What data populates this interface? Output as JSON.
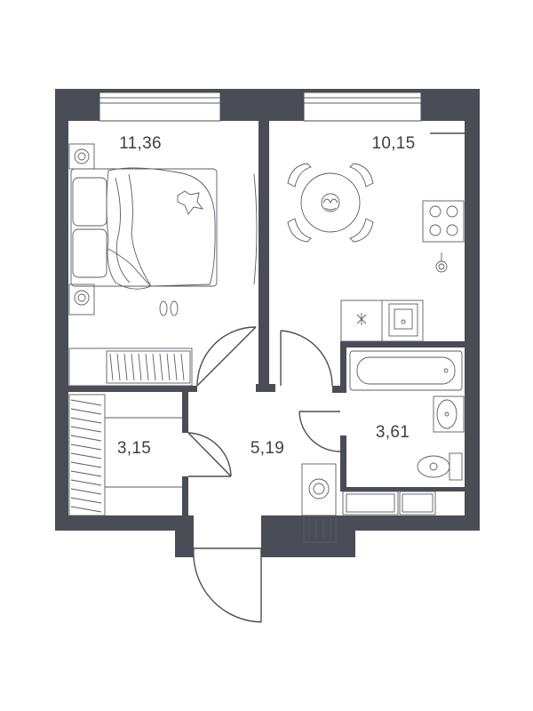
{
  "rooms": {
    "bedroom": {
      "area": "11,36"
    },
    "kitchen": {
      "area": "10,15"
    },
    "hall": {
      "area": "5,19"
    },
    "storage": {
      "area": "3,15"
    },
    "bathroom": {
      "area": "3,61"
    }
  },
  "colors": {
    "wall": "#4a4c56",
    "background": "#ffffff"
  }
}
